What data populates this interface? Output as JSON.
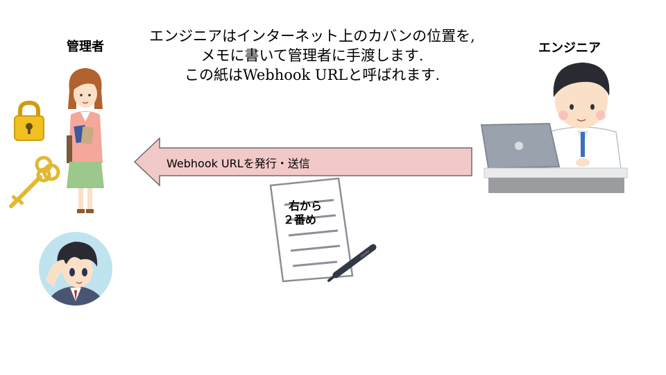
{
  "admin": {
    "label": "管理者"
  },
  "engineer": {
    "label": "エンジニア"
  },
  "caption": {
    "lines": [
      "エンジニアはインターネット上のカバンの位置を,",
      "メモに書いて管理者に手渡します.",
      "この紙はWebhook URLと呼ばれます."
    ]
  },
  "arrow": {
    "label": "Webhook URLを発行・送信",
    "direction": "left",
    "fill_color": "#f2c9c9",
    "stroke_color": "#6a6a6a"
  },
  "memo": {
    "lines": [
      "右から",
      "２番め"
    ]
  },
  "colors": {
    "lock": "#f0c020",
    "key": "#e2b830",
    "laptop": "#9aa3ad"
  },
  "icons": [
    "lock-icon",
    "key-icon",
    "avatar",
    "pen-icon",
    "paper-icon",
    "laptop-icon"
  ]
}
